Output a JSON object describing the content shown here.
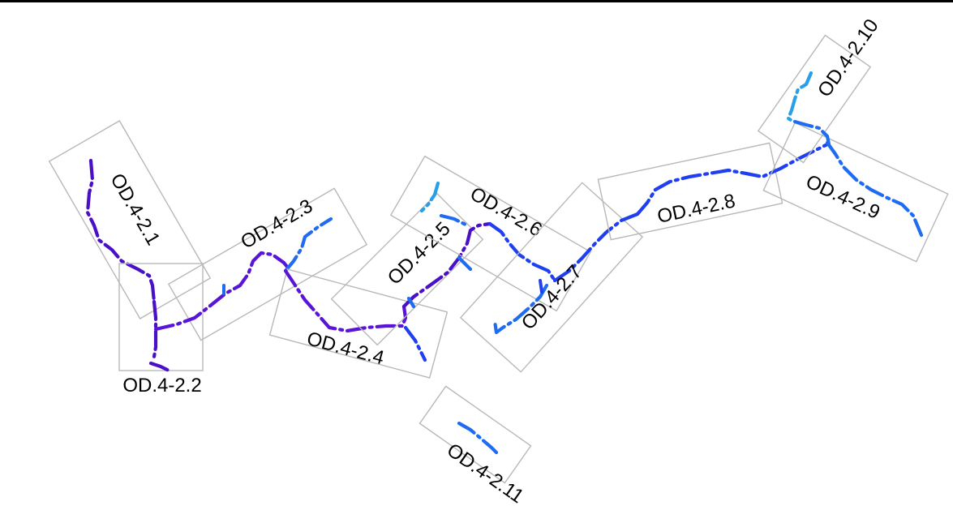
{
  "colors": {
    "deep_violet": "#4a10c8",
    "violet": "#5a14d8",
    "blue": "#1f3ff0",
    "bright_blue": "#1f6cf0",
    "cyan": "#28a0e8",
    "top_rule": "#000000",
    "box_outline": "#b8b8b8"
  },
  "segments": [
    {
      "id": "OD.4-2.1",
      "label": "OD.4-2.1"
    },
    {
      "id": "OD.4-2.2",
      "label": "OD.4-2.2"
    },
    {
      "id": "OD.4-2.3",
      "label": "OD.4-2.3"
    },
    {
      "id": "OD.4-2.4",
      "label": "OD.4-2.4"
    },
    {
      "id": "OD.4-2.5",
      "label": "OD.4-2.5"
    },
    {
      "id": "OD.4-2.6",
      "label": "OD.4-2.6"
    },
    {
      "id": "OD.4-2.7",
      "label": "OD.4-2.7"
    },
    {
      "id": "OD.4-2.8",
      "label": "OD.4-2.8"
    },
    {
      "id": "OD.4-2.9",
      "label": "OD.4-2.9"
    },
    {
      "id": "OD.4-2.10",
      "label": "OD.4-2.10"
    },
    {
      "id": "OD.4-2.11",
      "label": "OD.4-2.11"
    }
  ]
}
